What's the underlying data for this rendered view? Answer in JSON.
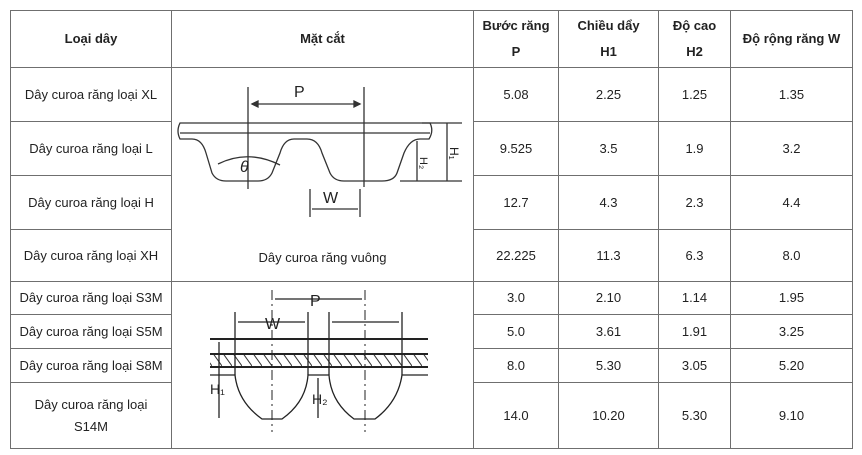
{
  "headers": {
    "type": "Loại dây",
    "section": "Mặt cắt",
    "pitch_line1": "Bước răng",
    "pitch_line2": "P",
    "h1_line1": "Chiều dẩy",
    "h1_line2": "H1",
    "h2_line1": "Độ cao",
    "h2_line2": "H2",
    "width": "Độ rộng răng W"
  },
  "diagram_trapezoid": {
    "caption": "Dây curoa răng vuông",
    "label_p": "P",
    "label_w": "W",
    "label_theta": "θ",
    "label_h1": "H₁",
    "label_h2": "H₂"
  },
  "diagram_round": {
    "label_p": "P",
    "label_w": "W",
    "label_h1": "H₁",
    "label_h2": "H₂"
  },
  "rows": [
    {
      "type": "Dây curoa răng loại XL",
      "p": "5.08",
      "h1": "2.25",
      "h2": "1.25",
      "w": "1.35"
    },
    {
      "type": "Dây curoa răng loại L",
      "p": "9.525",
      "h1": "3.5",
      "h2": "1.9",
      "w": "3.2"
    },
    {
      "type": "Dây curoa răng loại H",
      "p": "12.7",
      "h1": "4.3",
      "h2": "2.3",
      "w": "4.4"
    },
    {
      "type": "Dây curoa răng loại XH",
      "p": "22.225",
      "h1": "11.3",
      "h2": "6.3",
      "w": "8.0"
    },
    {
      "type": "Dây curoa răng loại S3M",
      "p": "3.0",
      "h1": "2.10",
      "h2": "1.14",
      "w": "1.95"
    },
    {
      "type": "Dây curoa răng loại S5M",
      "p": "5.0",
      "h1": "3.61",
      "h2": "1.91",
      "w": "3.25"
    },
    {
      "type": "Dây curoa răng loại S8M",
      "p": "8.0",
      "h1": "5.30",
      "h2": "3.05",
      "w": "5.20"
    },
    {
      "type": "Dây curoa răng loại S14M",
      "p": "14.0",
      "h1": "10.20",
      "h2": "5.30",
      "w": "9.10"
    }
  ]
}
